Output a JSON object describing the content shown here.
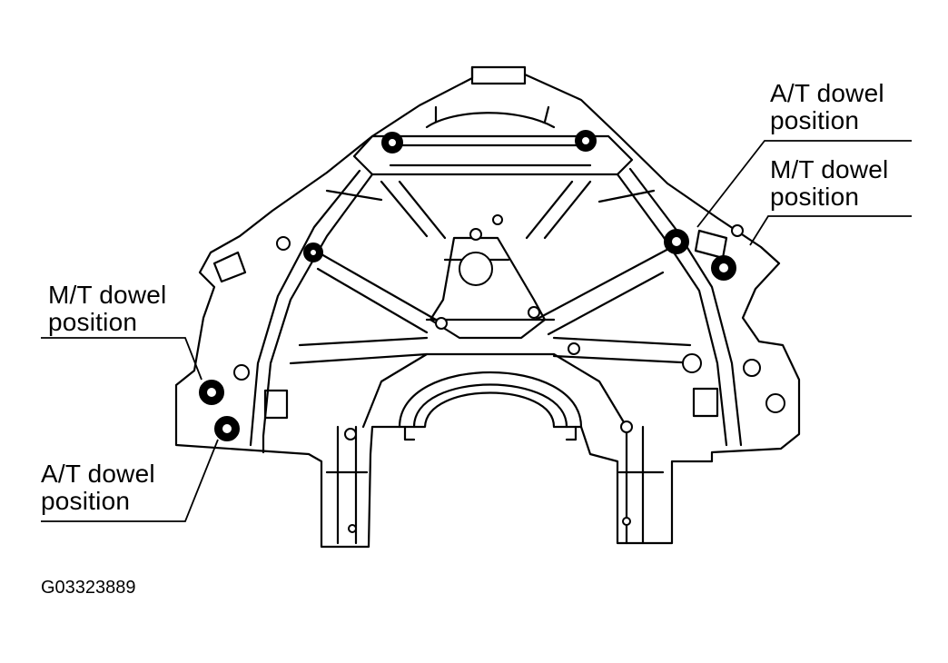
{
  "callouts": {
    "top_right_at": {
      "line1": "A/T dowel",
      "line2": "position"
    },
    "top_right_mt": {
      "line1": "M/T dowel",
      "line2": "position"
    },
    "left_mt": {
      "line1": "M/T dowel",
      "line2": "position"
    },
    "left_at": {
      "line1": "A/T dowel",
      "line2": "position"
    }
  },
  "figure_id": "G03323889",
  "colors": {
    "ink": "#000000",
    "paper": "#ffffff"
  }
}
